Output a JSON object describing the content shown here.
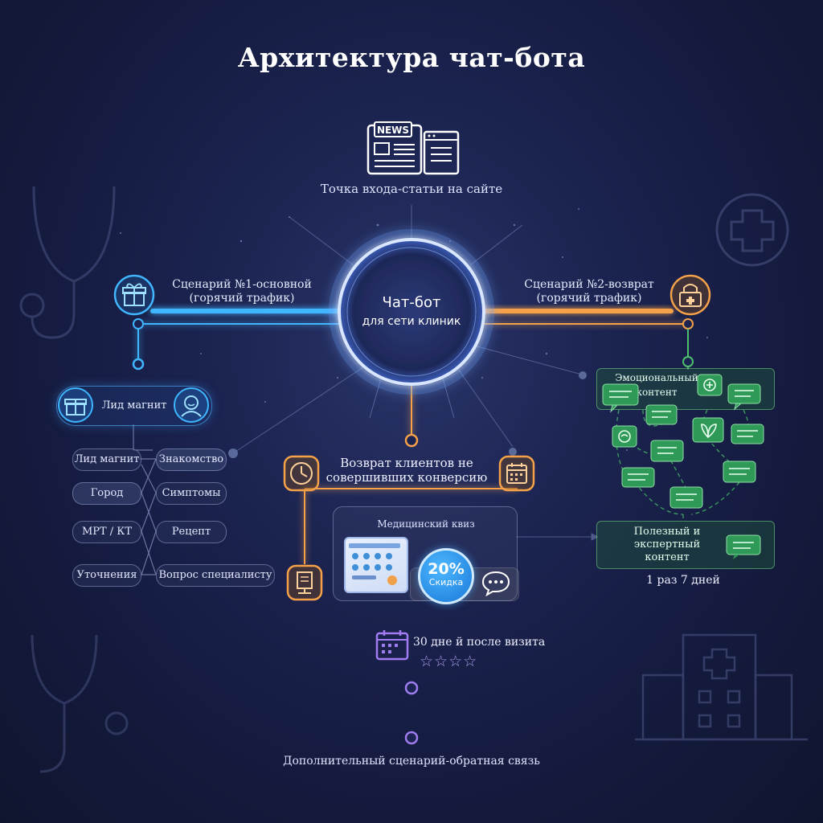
{
  "title": "Архитектура чат-бота",
  "entry": {
    "icon_text": "NEWS",
    "label": "Точка входа-статьи на сайте"
  },
  "core": {
    "line1": "Чат-бот",
    "line2": "для сети клиник"
  },
  "scenario1": {
    "line1": "Сценарий №1-основной",
    "line2": "(горячий трафик)"
  },
  "scenario2": {
    "line1": "Сценарий №2-возврат",
    "line2": "(горячий трафик)"
  },
  "lead_magnet": {
    "label": "Лид магнит"
  },
  "flow_items": {
    "left": [
      "Лид магнит",
      "Город",
      "МРТ / КТ",
      "Уточнения"
    ],
    "right": [
      "Знакомство",
      "Симптомы",
      "Рецепт",
      "Вопрос специалисту"
    ]
  },
  "return_block": {
    "line1": "Возврат клиентов не",
    "line2": "совершивших конверсию",
    "quiz_label": "Медицинский квиз",
    "discount_value": "20%",
    "discount_label": "Скидка"
  },
  "emotional": {
    "line1": "Эмоциональный",
    "line2": "контент"
  },
  "useful": {
    "line1": "Полезный и",
    "line2": "экспертный",
    "line3": "контент",
    "frequency": "1 раз 7 дней"
  },
  "feedback": {
    "after_visit": "30 дне й после визита",
    "rating_stars": 4,
    "extra_label": "Дополнительный сценарий-обратная связь"
  },
  "colors": {
    "blue": "#3fb6ff",
    "orange": "#f5a14a",
    "green": "#4fbf6e",
    "purple": "#8e6ad8",
    "core_ring": "#cfe0ff"
  }
}
